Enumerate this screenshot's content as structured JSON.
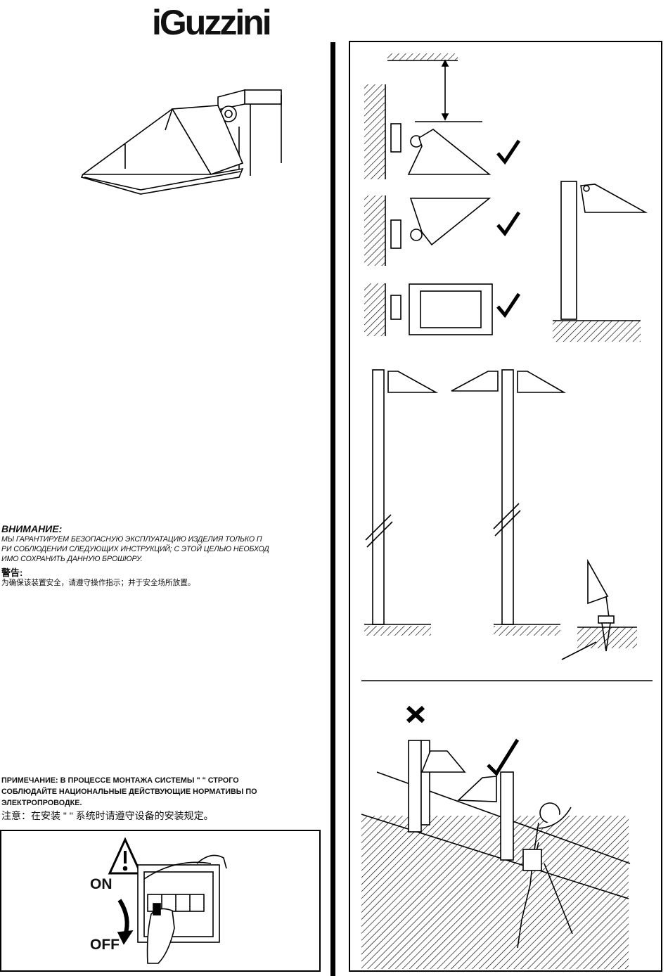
{
  "brand": {
    "logo_text": "iGuzzini"
  },
  "warning_ru": {
    "heading": "ВНИМАНИЕ:",
    "lines": [
      "МЫ ГАРАНТИРУЕМ БЕЗОПАСНУЮ ЭКСПЛУАТАЦИЮ ИЗДЕЛИЯ ТОЛЬКО П",
      "РИ СОБЛЮДЕНИИ СЛЕДУЮЩИХ ИНСТРУКЦИЙ; С ЭТОЙ ЦЕЛЬЮ НЕОБХОД",
      "ИМО СОХРАНИТЬ ДАННУЮ БРОШЮРУ."
    ]
  },
  "warning_cn": {
    "heading": "警告:",
    "text": "为确保该装置安全，请遵守操作指示；并于安全场所放置。"
  },
  "note_ru": {
    "lines": [
      "ПРИМЕЧАНИЕ: В ПРОЦЕССЕ МОНТАЖА СИСТЕМЫ \"            \" СТРОГО",
      "СОБЛЮДАЙТЕ НАЦИОНАЛЬНЫЕ ДЕЙСТВУЮЩИЕ НОРМАТИВЫ ПО",
      "ЭЛЕКТРОПРОВОДКЕ."
    ]
  },
  "note_cn": {
    "text": "注意：在安装 \"             \" 系统时请遵守设备的安装规定。"
  },
  "switch": {
    "on_label": "ON",
    "off_label": "OFF"
  }
}
